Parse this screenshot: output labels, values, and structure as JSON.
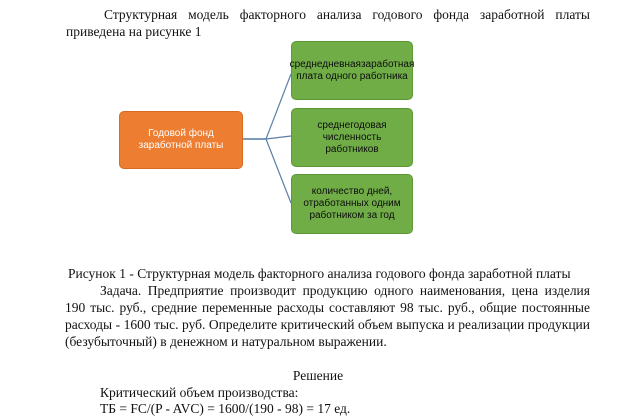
{
  "intro": {
    "line1": "Структурная модель факторного анализа годового фонда заработной платы",
    "line2": "приведена на рисунке 1"
  },
  "diagram": {
    "root": "Годовой фонд заработной платы",
    "children": [
      "среднедневнаязаработная плата одного работника",
      "среднегодовая численность работников",
      "количество дней, отработанных одним работником за год"
    ],
    "colors": {
      "root": "#ed7d31",
      "leaf": "#70ad47",
      "connector": "#5b7fa6"
    }
  },
  "caption": "Рисунок 1 - Структурная модель факторного анализа годового фонда заработной платы",
  "task": {
    "line1": "Задача. Предприятие производит продукцию одного наименования, цена изделия",
    "line2": "190 тыс. руб., средние переменные расходы составляют 98 тыс. руб., общие постоянные",
    "line3": "расходы - 1600 тыс. руб. Определите критический объем выпуска и реализации продукции",
    "line4": "(безубыточный) в денежном и натуральном выражении."
  },
  "solution": {
    "heading": "Решение",
    "line1": "Критический объем производства:",
    "formula": "ТБ = FC/(P - AVC) = 1600/(190 - 98) = 17 ед."
  }
}
